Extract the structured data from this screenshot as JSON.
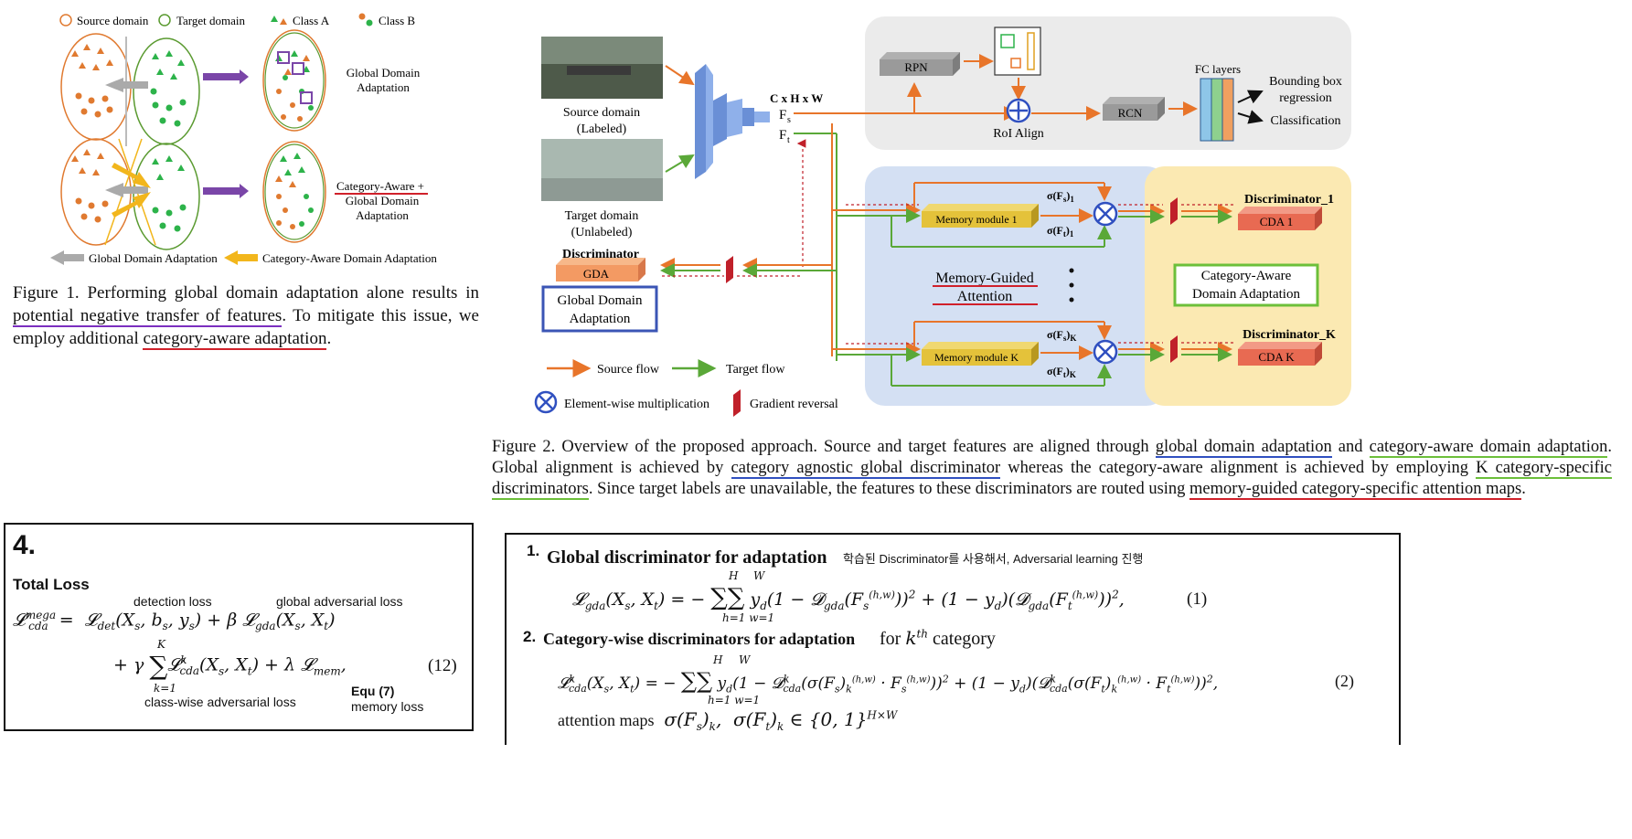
{
  "fig1": {
    "legend": {
      "source_domain": "Source domain",
      "target_domain": "Target domain",
      "class_a": "Class A",
      "class_b": "Class B"
    },
    "global_domain_adaptation_label": [
      "Global Domain",
      "Adaptation"
    ],
    "category_aware_label": [
      "Category-Aware +",
      "Global Domain",
      "Adaptation"
    ],
    "arrow_legend": {
      "global": "Global Domain Adaptation",
      "category": "Category-Aware Domain Adaptation"
    },
    "caption": {
      "part1": "Figure 1. Performing global domain adaptation alone results in ",
      "highlight1": "potential negative transfer of features",
      "part2": ". To mitigate this issue, we employ additional ",
      "highlight2": "category-aware adaptation",
      "part3": "."
    }
  },
  "fig2": {
    "source_image_label": [
      "Source domain",
      "(Labeled)"
    ],
    "target_image_label": [
      "Target domain",
      "(Unlabeled)"
    ],
    "feature_dims": "C x H x W",
    "fs": "F",
    "fs_sub": "s",
    "ft": "F",
    "ft_sub": "t",
    "rpn": "RPN",
    "roi_align": "RoI Align",
    "rcn": "RCN",
    "fc_layers": "FC layers",
    "bbox_regression": [
      "Bounding box",
      "regression"
    ],
    "classification": "Classification",
    "discriminator_title": "Discriminator",
    "gda": "GDA",
    "global_domain_adaptation_box": [
      "Global Domain",
      "Adaptation"
    ],
    "memory_module_1": "Memory module 1",
    "memory_module_k": "Memory module K",
    "sigma_fs_1": "σ(F",
    "memory_guided_attention": [
      "Memory-Guided",
      "Attention"
    ],
    "discriminator_1": "Discriminator_1",
    "cda_1": "CDA 1",
    "discriminator_k": "Discriminator_K",
    "cda_k": "CDA K",
    "category_aware_box": [
      "Category-Aware",
      "Domain Adaptation"
    ],
    "legend": {
      "source_flow": "Source flow",
      "target_flow": "Target flow",
      "elementwise": "Element-wise multiplication",
      "gradient_reversal": "Gradient reversal"
    },
    "caption": {
      "p1": "Figure 2. Overview of the proposed approach. Source and target features are aligned through ",
      "h1": "global domain adaptation",
      "p2": " and ",
      "h2": "category-aware domain adaptation",
      "p3": ". Global alignment is achieved by ",
      "h3": "category agnostic global discriminator",
      "p4": " whereas the category-aware alignment is achieved by employing ",
      "h4": "K category-specific discriminators",
      "p5": ". Since target labels are unavailable, the features to these discriminators are routed using ",
      "h5": "memory-guided category-specific attention maps",
      "p6": "."
    }
  },
  "loss_box": {
    "number": "4.",
    "title": "Total Loss",
    "detection_loss": "detection loss",
    "global_adversarial_loss": "global adversarial loss",
    "classwise_adversarial_loss": "class-wise adversarial loss",
    "equ7": "Equ (7)",
    "memory_loss": "memory loss",
    "eq_number": "(12)"
  },
  "disc_box": {
    "n1": "1.",
    "title1": "Global discriminator for adaptation",
    "note1": "학습된 Discriminator를 사용해서, Adversarial learning 진행",
    "eq1_number": "(1)",
    "n2": "2.",
    "title2": "Category-wise discriminators for adaptation",
    "for_text": "for",
    "category_text": "category",
    "eq2_number": "(2)",
    "attention_maps": "attention maps"
  }
}
